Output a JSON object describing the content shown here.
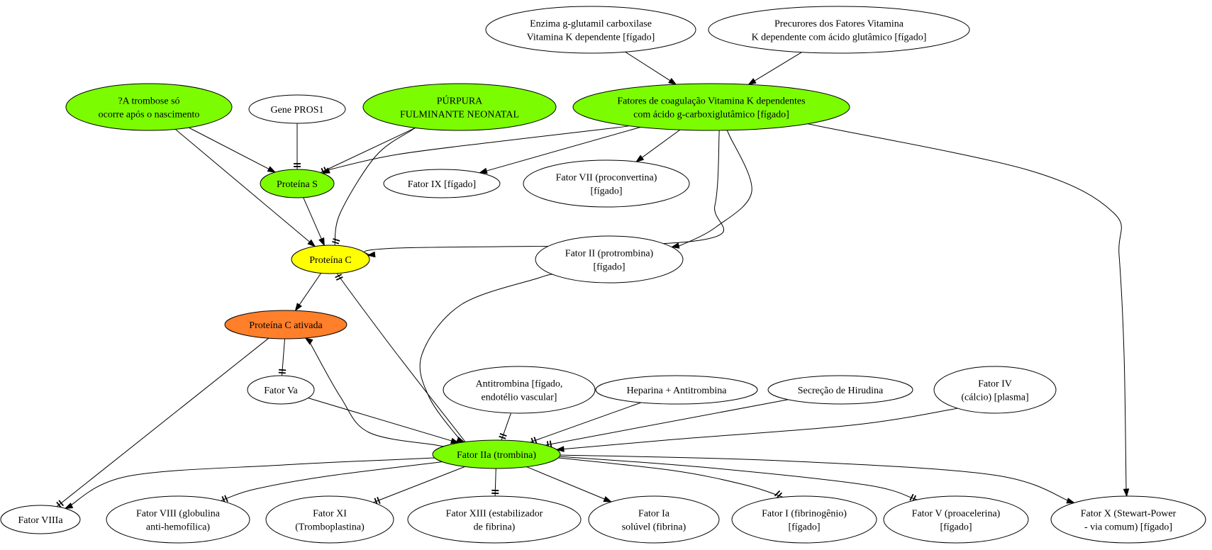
{
  "colors": {
    "green": "#7cfc00",
    "yellow": "#ffff00",
    "orange": "#ff7f2a",
    "white": "#ffffff",
    "stroke": "#000000"
  },
  "nodes": {
    "enzima": {
      "lines": [
        "Enzima g-glutamil carboxilase",
        "Vitamina K dependente [fígado]"
      ],
      "fill": "white"
    },
    "precursores": {
      "lines": [
        "Precurores dos Fatores Vitamina",
        "K dependente com ácido glutâmico [fígado]"
      ],
      "fill": "white"
    },
    "fatores_vitk": {
      "lines": [
        "Fatores de coagulação Vitamina K dependentes",
        "com ácido g-carboxiglutâmico [fígado]"
      ],
      "fill": "green"
    },
    "trombose": {
      "lines": [
        "?A trombose só",
        "ocorre após o nascimento"
      ],
      "fill": "green"
    },
    "gene_pros1": {
      "lines": [
        "Gene PROS1"
      ],
      "fill": "white"
    },
    "purpura": {
      "lines": [
        "PÚRPURA",
        "FULMINANTE NEONATAL"
      ],
      "fill": "green"
    },
    "proteina_s": {
      "lines": [
        "Proteína S"
      ],
      "fill": "green"
    },
    "fator_ix": {
      "lines": [
        "Fator IX [fígado]"
      ],
      "fill": "white"
    },
    "fator_vii": {
      "lines": [
        "Fator VII (proconvertina)",
        "[fígado]"
      ],
      "fill": "white"
    },
    "proteina_c": {
      "lines": [
        "Proteína C"
      ],
      "fill": "yellow"
    },
    "fator_ii": {
      "lines": [
        "Fator II (protrombina)",
        "[fígado]"
      ],
      "fill": "white"
    },
    "proteina_c_ativada": {
      "lines": [
        "Proteína C ativada"
      ],
      "fill": "orange"
    },
    "fator_va": {
      "lines": [
        "Fator Va"
      ],
      "fill": "white"
    },
    "antitrombina": {
      "lines": [
        "Antitrombina [fígado,",
        "endotélio vascular]"
      ],
      "fill": "white"
    },
    "heparina": {
      "lines": [
        "Heparina + Antitrombina"
      ],
      "fill": "white"
    },
    "hirudina": {
      "lines": [
        "Secreção de Hirudina"
      ],
      "fill": "white"
    },
    "fator_iv": {
      "lines": [
        "Fator IV",
        "(cálcio) [plasma]"
      ],
      "fill": "white"
    },
    "fator_iia": {
      "lines": [
        "Fator IIa (trombina)"
      ],
      "fill": "green"
    },
    "fator_viiia": {
      "lines": [
        "Fator VIIIa"
      ],
      "fill": "white"
    },
    "fator_viii": {
      "lines": [
        "Fator VIII (globulina",
        "anti-hemofílica)"
      ],
      "fill": "white"
    },
    "fator_xi": {
      "lines": [
        "Fator XI",
        "(Tromboplastina)"
      ],
      "fill": "white"
    },
    "fator_xiii": {
      "lines": [
        "Fator XIII (estabilizador",
        "de fibrina)"
      ],
      "fill": "white"
    },
    "fator_ia": {
      "lines": [
        "Fator Ia",
        "solúvel (fibrina)"
      ],
      "fill": "white"
    },
    "fator_i": {
      "lines": [
        "Fator I (fibrinogênio)",
        "[fígado]"
      ],
      "fill": "white"
    },
    "fator_v": {
      "lines": [
        "Fator V (proacelerina)",
        "[fígado]"
      ],
      "fill": "white"
    },
    "fator_x": {
      "lines": [
        "Fator X (Stewart-Power",
        "- via comum) [fígado]"
      ],
      "fill": "white"
    }
  },
  "edges": [
    {
      "from": "enzima",
      "to": "fatores_vitk",
      "type": "activates"
    },
    {
      "from": "precursores",
      "to": "fatores_vitk",
      "type": "activates"
    },
    {
      "from": "trombose",
      "to": "proteina_s",
      "type": "activates"
    },
    {
      "from": "trombose",
      "to": "proteina_c",
      "type": "activates"
    },
    {
      "from": "gene_pros1",
      "to": "proteina_s",
      "type": "inhibits"
    },
    {
      "from": "purpura",
      "to": "proteina_s",
      "type": "inhibits"
    },
    {
      "from": "purpura",
      "to": "proteina_c",
      "type": "inhibits"
    },
    {
      "from": "fatores_vitk",
      "to": "proteina_s",
      "type": "activates"
    },
    {
      "from": "fatores_vitk",
      "to": "fator_ix",
      "type": "activates"
    },
    {
      "from": "fatores_vitk",
      "to": "fator_vii",
      "type": "activates"
    },
    {
      "from": "fatores_vitk",
      "to": "proteina_c",
      "type": "activates"
    },
    {
      "from": "fatores_vitk",
      "to": "fator_ii",
      "type": "activates"
    },
    {
      "from": "fatores_vitk",
      "to": "fator_x",
      "type": "activates"
    },
    {
      "from": "proteina_s",
      "to": "proteina_c",
      "type": "activates"
    },
    {
      "from": "proteina_c",
      "to": "proteina_c_ativada",
      "type": "activates"
    },
    {
      "from": "fator_iia",
      "to": "proteina_c",
      "type": "inhibits"
    },
    {
      "from": "fator_iia",
      "to": "proteina_c_ativada",
      "type": "activates"
    },
    {
      "from": "proteina_c_ativada",
      "to": "fator_va",
      "type": "inhibits"
    },
    {
      "from": "proteina_c_ativada",
      "to": "fator_viiia",
      "type": "inhibits"
    },
    {
      "from": "fator_va",
      "to": "fator_iia",
      "type": "activates"
    },
    {
      "from": "fator_ii",
      "to": "fator_iia",
      "type": "activates"
    },
    {
      "from": "antitrombina",
      "to": "fator_iia",
      "type": "inhibits"
    },
    {
      "from": "heparina",
      "to": "fator_iia",
      "type": "inhibits"
    },
    {
      "from": "hirudina",
      "to": "fator_iia",
      "type": "inhibits"
    },
    {
      "from": "fator_iv",
      "to": "fator_iia",
      "type": "activates"
    },
    {
      "from": "fator_iia",
      "to": "fator_viiia",
      "type": "activates"
    },
    {
      "from": "fator_iia",
      "to": "fator_viii",
      "type": "inhibits"
    },
    {
      "from": "fator_iia",
      "to": "fator_xi",
      "type": "inhibits"
    },
    {
      "from": "fator_iia",
      "to": "fator_xiii",
      "type": "inhibits"
    },
    {
      "from": "fator_iia",
      "to": "fator_ia",
      "type": "activates"
    },
    {
      "from": "fator_iia",
      "to": "fator_i",
      "type": "inhibits"
    },
    {
      "from": "fator_iia",
      "to": "fator_v",
      "type": "inhibits"
    },
    {
      "from": "fator_iia",
      "to": "fator_x",
      "type": "activates"
    }
  ]
}
